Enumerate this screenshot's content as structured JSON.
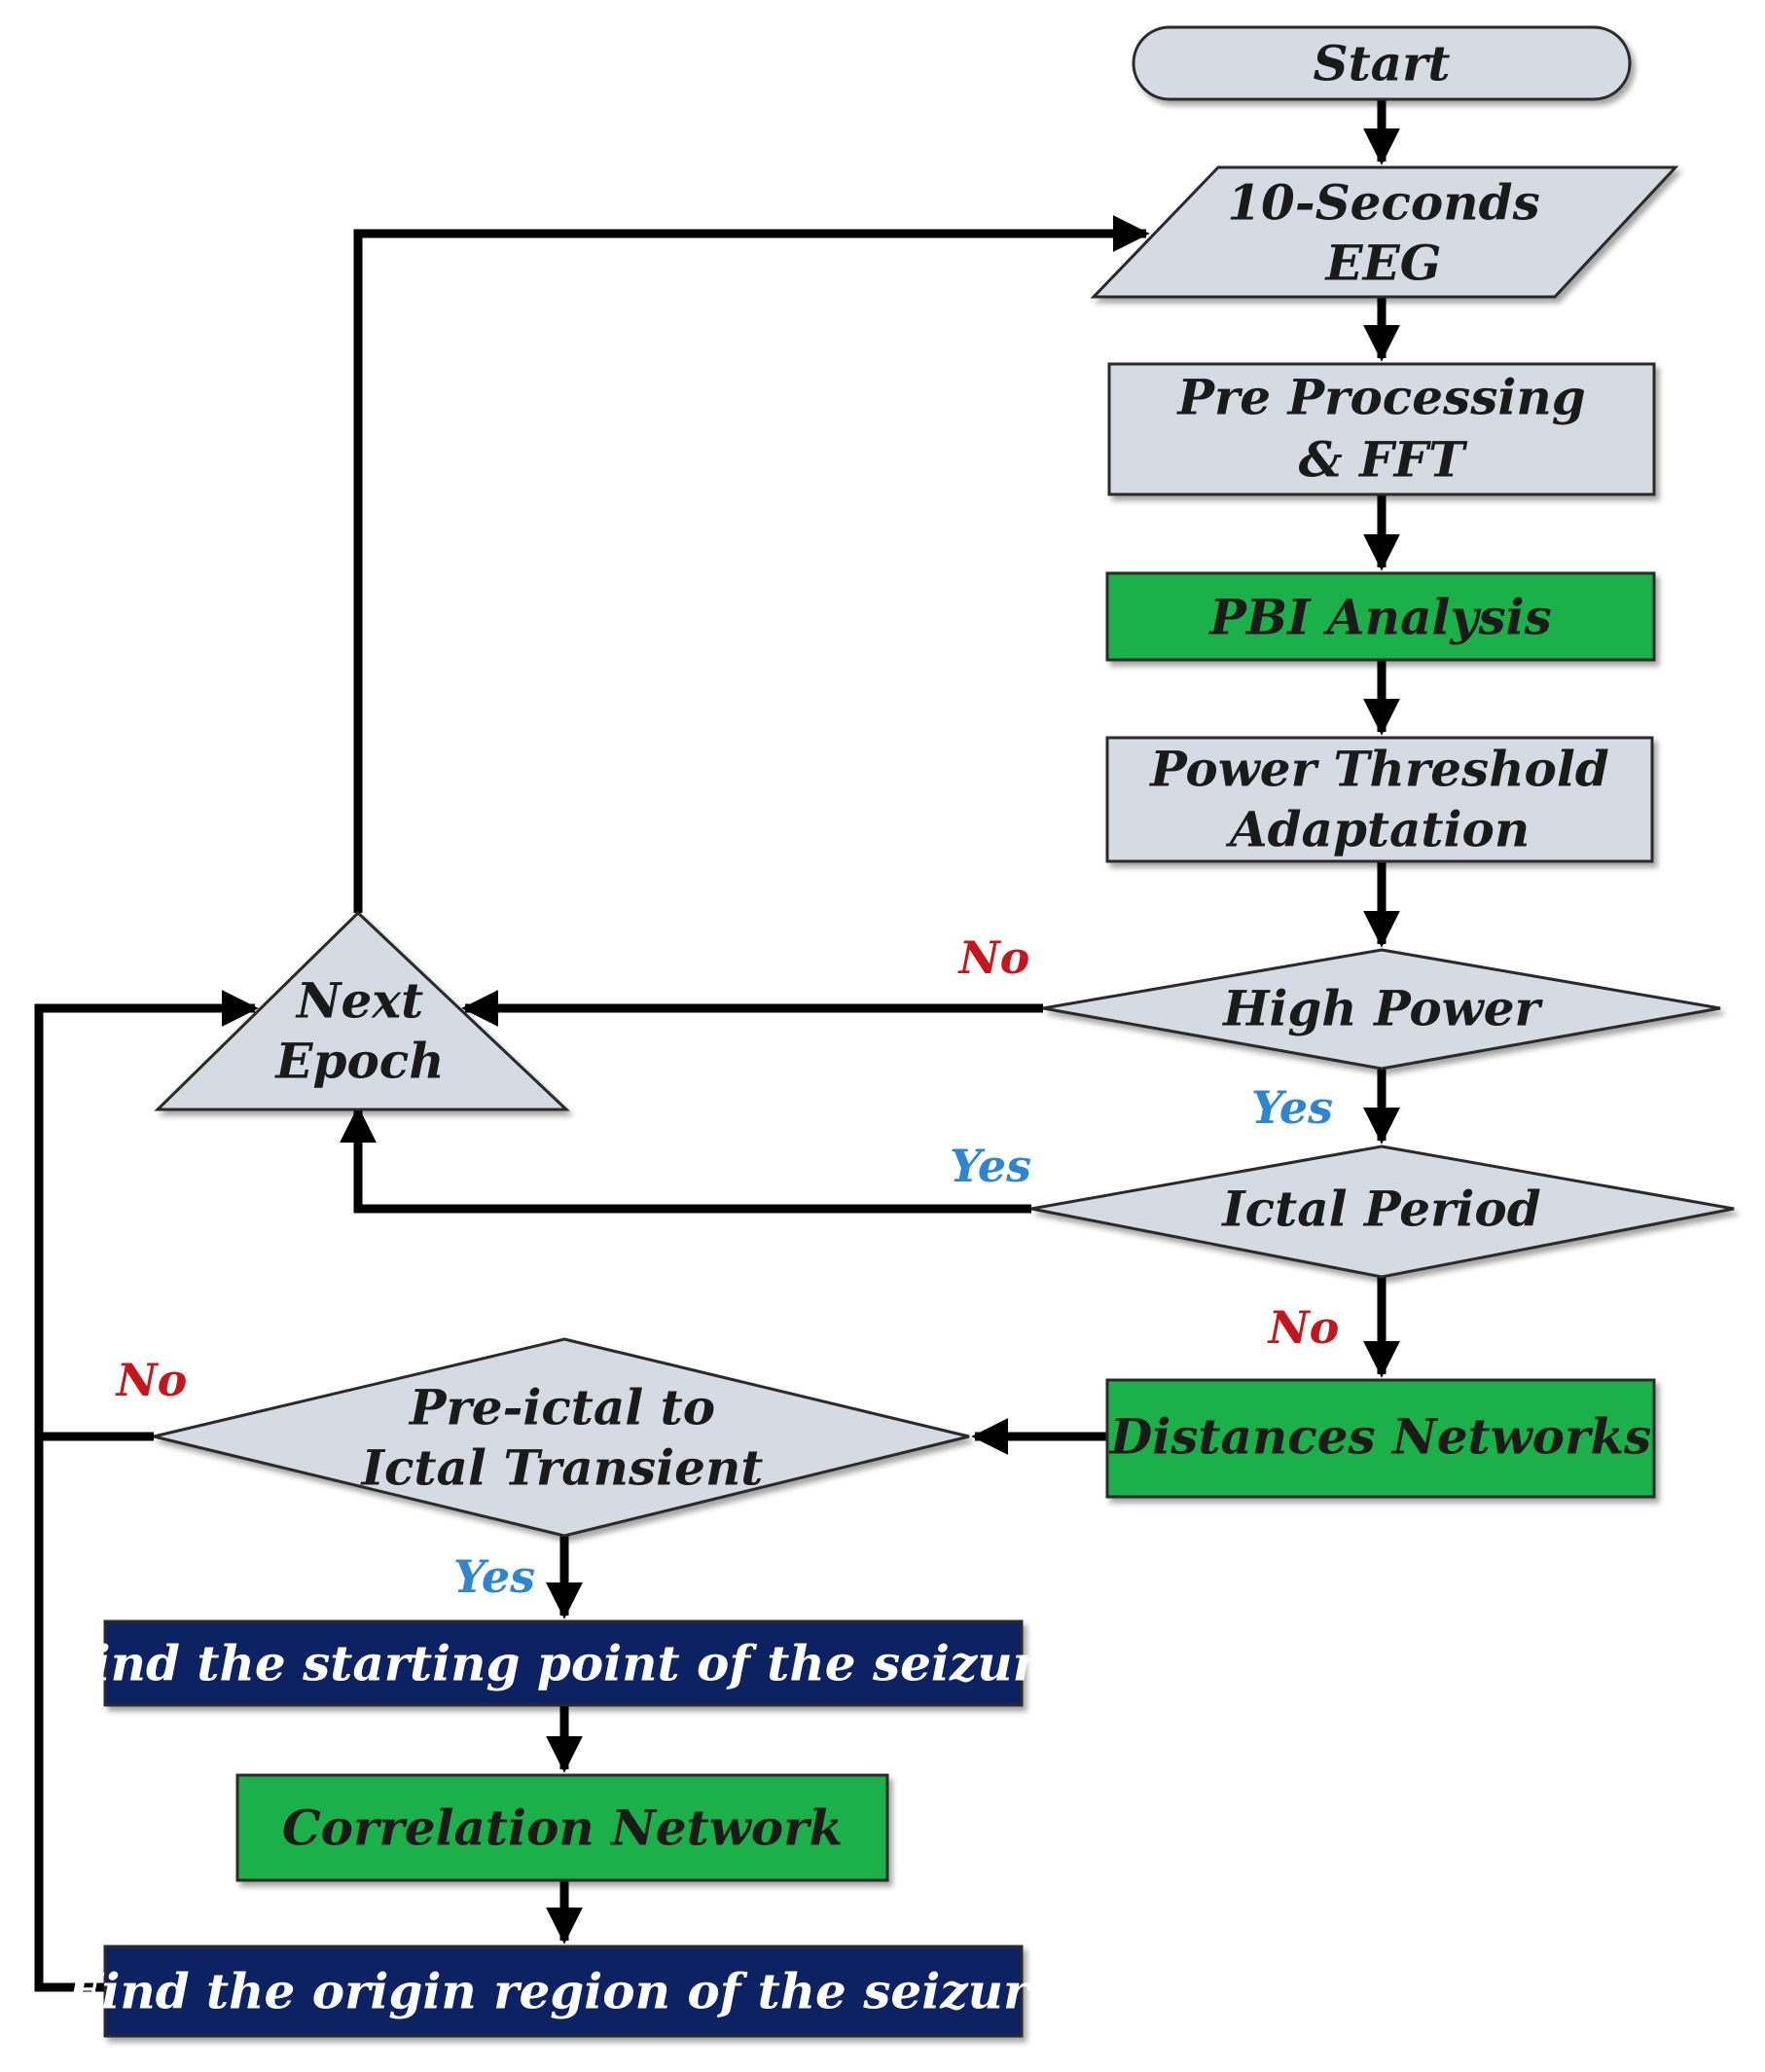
{
  "colors": {
    "gray_fill": "#d5dae3",
    "green_fill": "#1db04c",
    "navy_fill": "#0b2164",
    "dark_text": "#1a1a1a",
    "white_text": "#ffffff",
    "no_label": "#c4161c",
    "yes_label": "#2e86d0",
    "line": "#000000"
  },
  "nodes": {
    "start": "Start",
    "eeg_input": [
      "10-Seconds",
      "EEG"
    ],
    "preprocessing": [
      "Pre Processing",
      "& FFT"
    ],
    "pbi_analysis": "PBI Analysis",
    "power_threshold": [
      "Power Threshold",
      "Adaptation"
    ],
    "high_power": "High Power",
    "ictal_period": "Ictal Period",
    "distances_networks": "Distances Networks",
    "transient": [
      "Pre-ictal to",
      "Ictal Transient"
    ],
    "find_start": "Find the starting point of the seizure",
    "correlation_network": "Correlation Network",
    "find_origin": "Find the origin region of the seizure",
    "next_epoch": [
      "Next",
      "Epoch"
    ]
  },
  "edge_labels": {
    "high_power_no": "No",
    "high_power_yes": "Yes",
    "ictal_yes": "Yes",
    "ictal_no": "No",
    "transient_no": "No",
    "transient_yes": "Yes"
  }
}
